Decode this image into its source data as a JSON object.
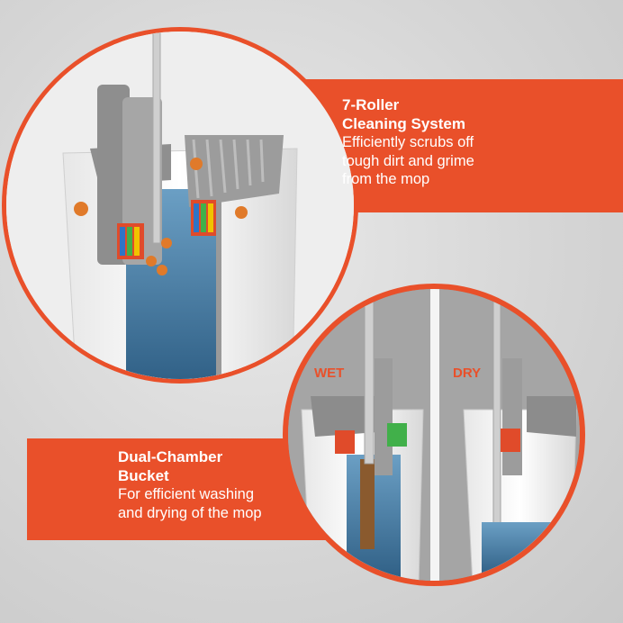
{
  "feature_top": {
    "title_line1": "7-Roller",
    "title_line2": "Cleaning System",
    "body_line1": "Efficiently scrubs off",
    "body_line2": "tough dirt and grime",
    "body_line3": "from the mop"
  },
  "feature_bottom": {
    "title_line1": "Dual-Chamber",
    "title_line2": "Bucket",
    "body_line1": "For efficient washing",
    "body_line2": "and drying of the mop"
  },
  "chamber_labels": {
    "wet": "WET",
    "dry": "DRY"
  },
  "colors": {
    "accent": "#e9502a",
    "background": "#d9d9d9",
    "water": "#3d6d92"
  }
}
